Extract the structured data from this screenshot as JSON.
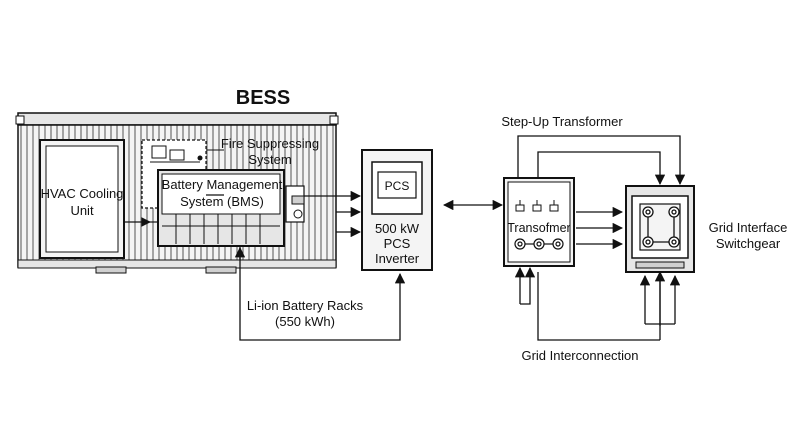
{
  "title": "BESS",
  "labels": {
    "hvac_line1": "HVAC Cooling",
    "hvac_line2": "Unit",
    "fire_line1": "Fire Suppressing",
    "fire_line2": "System",
    "bms_line1": "Battery Management",
    "bms_line2": "System (BMS)",
    "racks_line1": "Li-ion Battery Racks",
    "racks_line2": "(550 kWh)",
    "pcs_screen": "PCS",
    "inverter_line1": "500 kW",
    "inverter_line2": "PCS",
    "inverter_line3": "Inverter",
    "stepup": "Step-Up Transformer",
    "transformer": "Transofmer",
    "switchgear_line1": "Grid Interface",
    "switchgear_line2": "Switchgear",
    "interconnection": "Grid Interconnection"
  },
  "colors": {
    "stroke": "#111111",
    "fill_light": "#f4f4f4",
    "fill_mid": "#e6e6e6",
    "fill_dark": "#d0d0d0"
  }
}
